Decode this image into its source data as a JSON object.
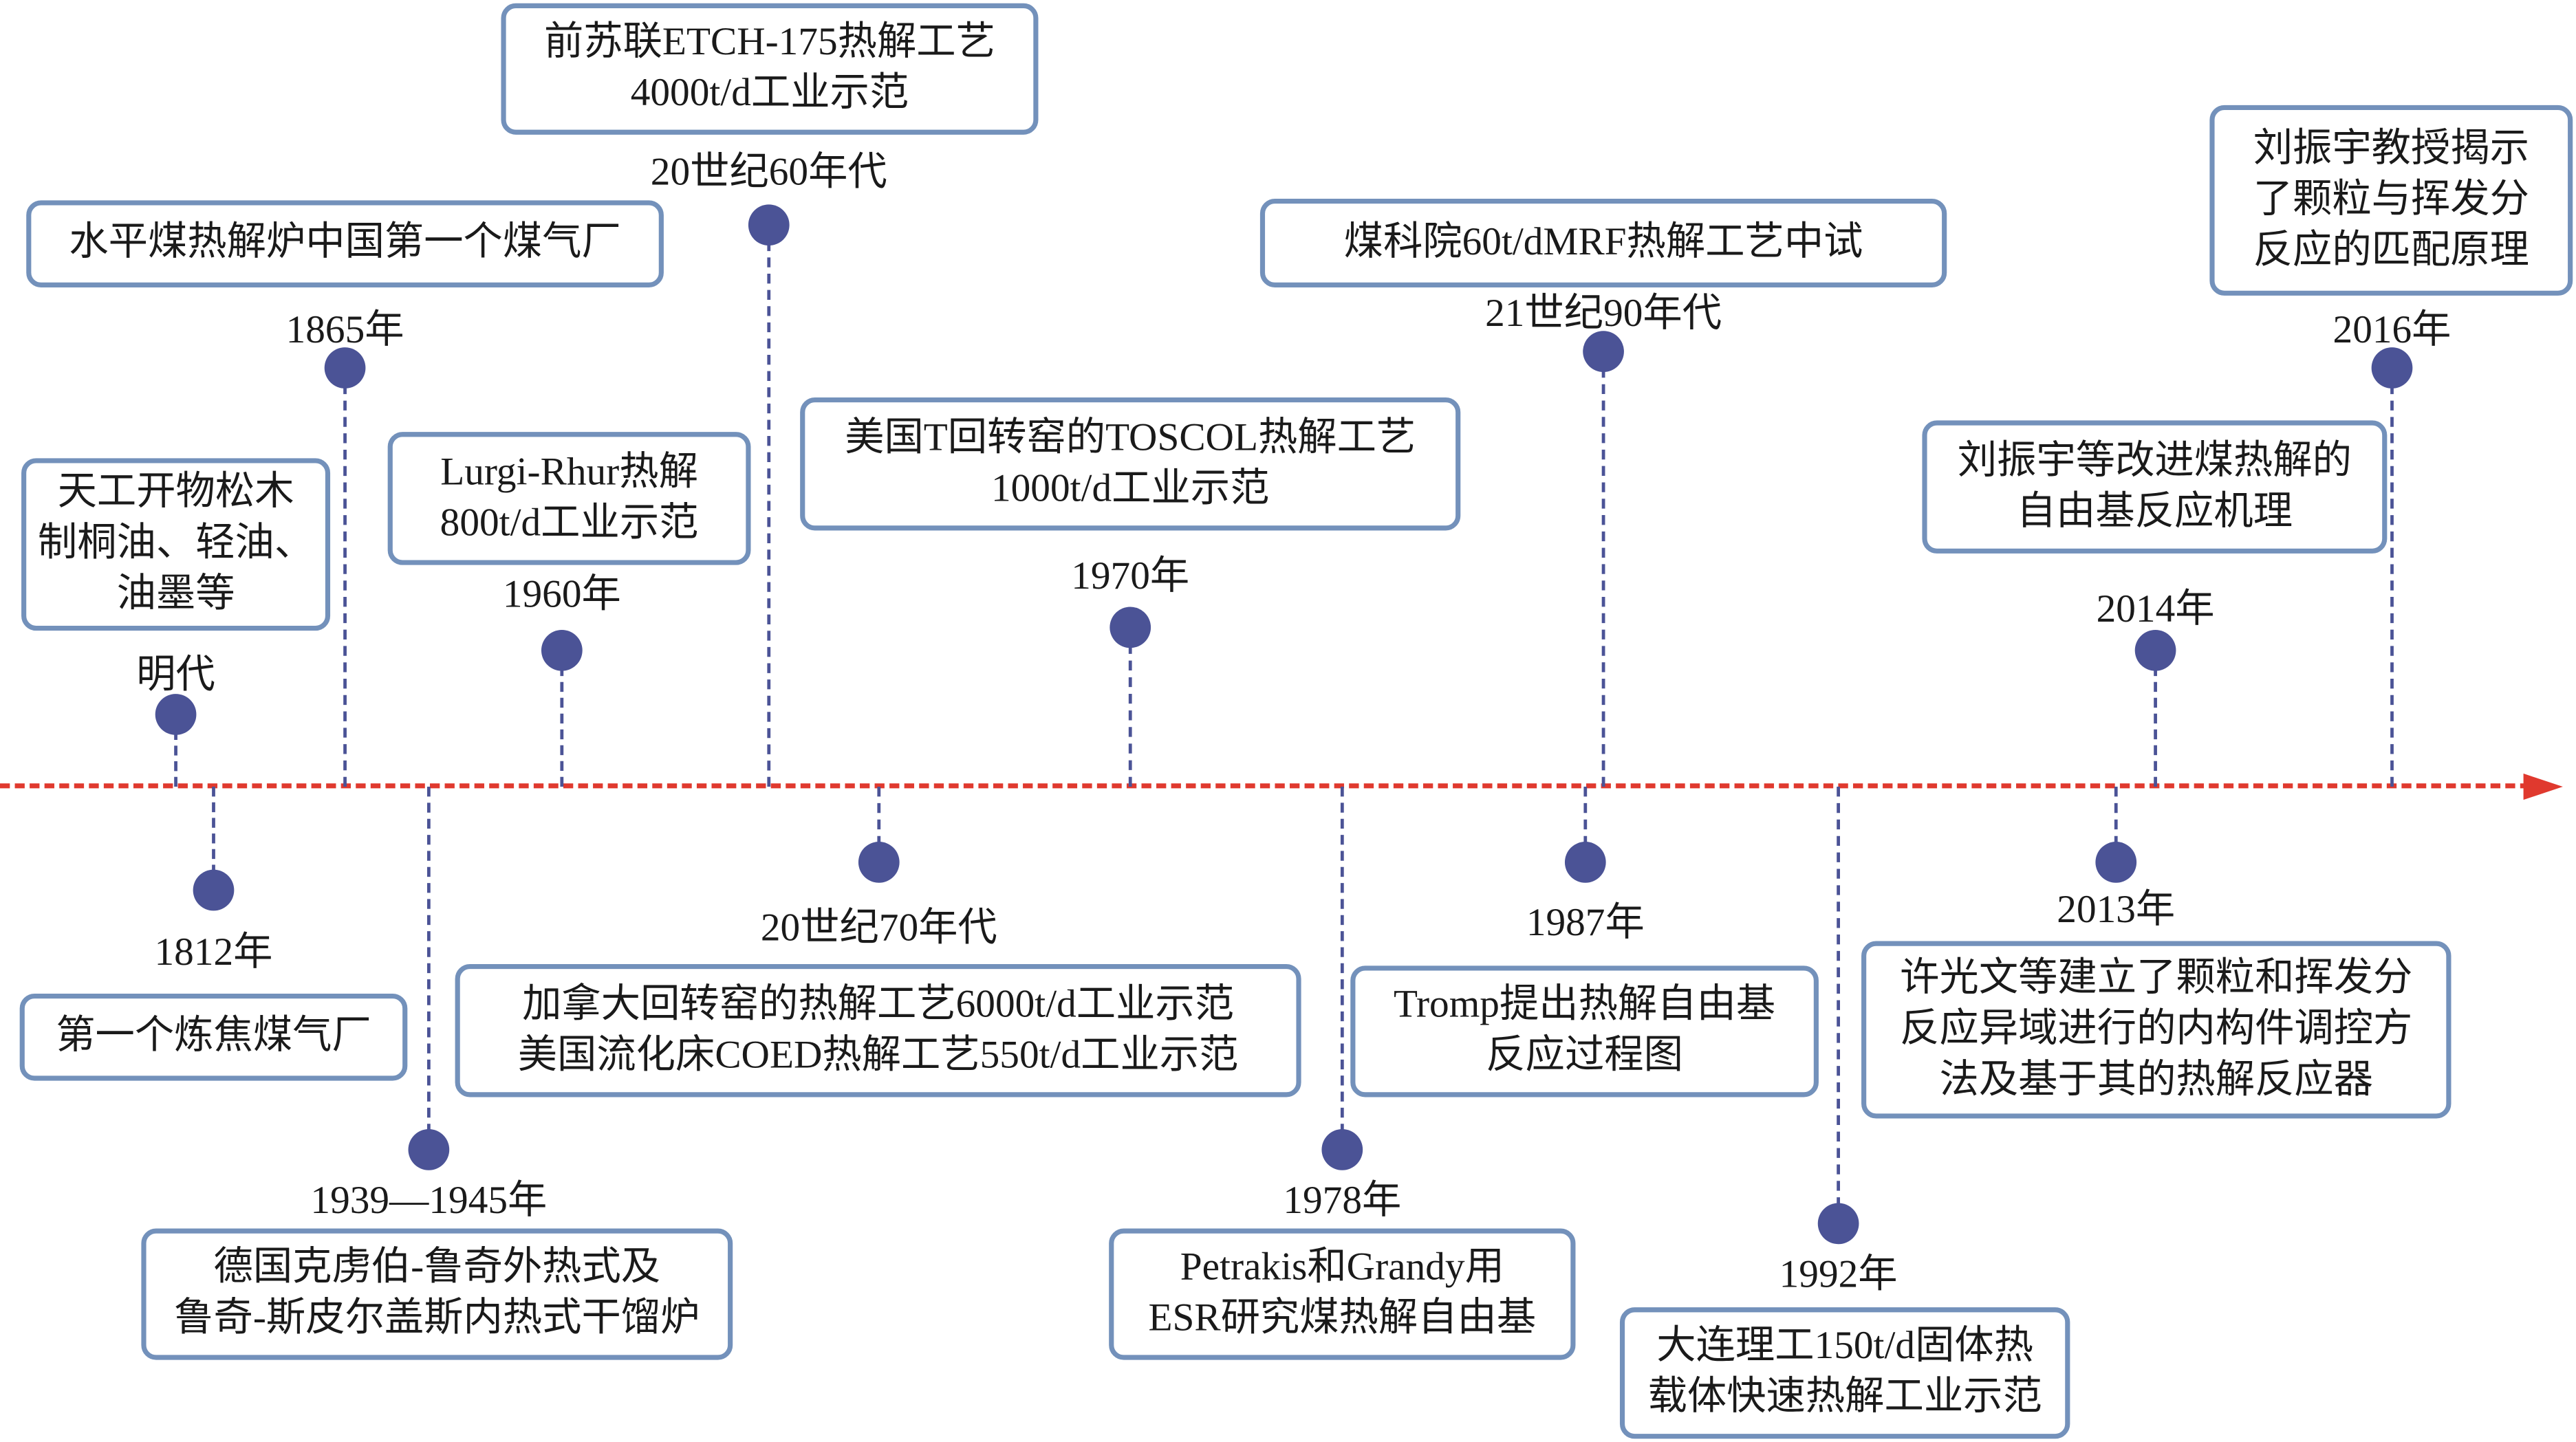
{
  "colors": {
    "axis": "#e0392e",
    "dot": "#4b5396",
    "box_border": "#7391bb"
  },
  "events": [
    {
      "year": "明代",
      "lines": [
        "天工开物松木",
        "制桐油、轻油、",
        "油墨等"
      ]
    },
    {
      "year": "1865年",
      "lines": [
        "水平煤热解炉中国第一个煤气厂"
      ]
    },
    {
      "year": "1960年",
      "lines": [
        "Lurgi-Rhur热解",
        "800t/d工业示范"
      ]
    },
    {
      "year": "20世纪60年代",
      "lines": [
        "前苏联ETCH-175热解工艺",
        "4000t/d工业示范"
      ]
    },
    {
      "year": "1970年",
      "lines": [
        "美国T回转窑的TOSCOL热解工艺",
        "1000t/d工业示范"
      ]
    },
    {
      "year": "21世纪90年代",
      "lines": [
        "煤科院60t/dMRF热解工艺中试"
      ]
    },
    {
      "year": "2014年",
      "lines": [
        "刘振宇等改进煤热解的",
        "自由基反应机理"
      ]
    },
    {
      "year": "2016年",
      "lines": [
        "刘振宇教授揭示",
        "了颗粒与挥发分",
        "反应的匹配原理"
      ]
    },
    {
      "year": "1812年",
      "lines": [
        "第一个炼焦煤气厂"
      ]
    },
    {
      "year": "1939—1945年",
      "lines": [
        "德国克虏伯-鲁奇外热式及",
        "鲁奇-斯皮尔盖斯内热式干馏炉"
      ]
    },
    {
      "year": "20世纪70年代",
      "lines": [
        "加拿大回转窑的热解工艺6000t/d工业示范",
        "美国流化床COED热解工艺550t/d工业示范"
      ]
    },
    {
      "year": "1978年",
      "lines": [
        "Petrakis和Grandy用",
        "ESR研究煤热解自由基"
      ]
    },
    {
      "year": "1987年",
      "lines": [
        "Tromp提出热解自由基",
        "反应过程图"
      ]
    },
    {
      "year": "1992年",
      "lines": [
        "大连理工150t/d固体热",
        "载体快速热解工业示范"
      ]
    },
    {
      "year": "2013年",
      "lines": [
        "许光文等建立了颗粒和挥发分",
        "反应异域进行的内构件调控方",
        "法及基于其的热解反应器"
      ]
    }
  ]
}
